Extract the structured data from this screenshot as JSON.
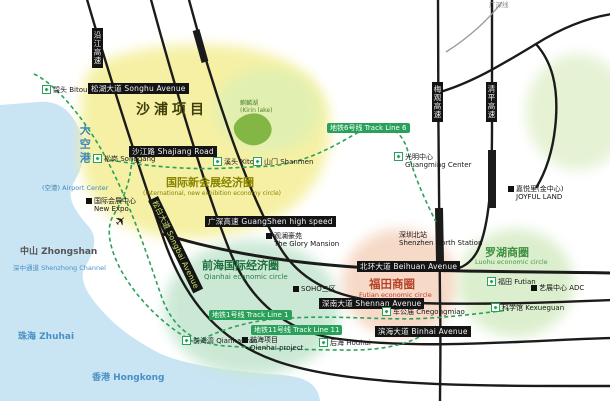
{
  "colors": {
    "water": "#c9e4f3",
    "road": "#1b1b1b",
    "metro_green": "#2aa15a",
    "shapu_yellow": "#f5f0a0",
    "qianhai_green": "#c7e7d2",
    "futian_salmon": "#f6d8c5",
    "luohu_green": "#daeecb"
  },
  "icons": {
    "airplane": "✈",
    "metro_icon": "green-diamond-square",
    "building_icon": "black-square"
  },
  "regions": {
    "shapu": {
      "title": "沙浦项目"
    },
    "exhibition": {
      "cn": "国际新会展经济圈",
      "en": "(International, new exhibition economy circle)"
    },
    "qianhai": {
      "cn": "前海国际经济圈",
      "en": "Qianhai economic circle"
    },
    "futian": {
      "cn": "福田商圈",
      "en": "Futian economic circle"
    },
    "luohu": {
      "cn": "罗湖商圈",
      "en": "Luohu economic circle"
    }
  },
  "water_labels": {
    "airport_cn": "大空港",
    "airport_en": "(空港) Airport Center",
    "zhongshan": "中山 Zhongshan",
    "shenzhong": "深中通道 Shenzhong Channel",
    "zhuhai": "珠海 Zhuhai",
    "hongkong": "香港 Hongkong"
  },
  "lake": {
    "cn": "麒麟湖",
    "en": "(Kirin lake)"
  },
  "roads": {
    "songhu": "松湖大道 Songhu Avenue",
    "shajiang": "沙江路 Shajiang Road",
    "songbai": "松白大道 Songbai Avenue",
    "guangshen": "广深高速 GuangShen high speed",
    "beihuan": "北环大道 Beihuan Avenue",
    "shennan": "深南大道 Shennan Avenue",
    "binhai": "滨海大道 Binhai Avenue",
    "yanjiang": "沿江高速",
    "meiguan": "梅观高速",
    "qingping": "清平高速",
    "rail": "广深线"
  },
  "metro_lines": {
    "line1": "地铁1号线 Track Line 1",
    "line6": "地铁6号线 Track Line 6",
    "line11": "地铁11号线 Track Line 11"
  },
  "stations": {
    "bitou": "碧头 Bitou",
    "songgang": "松岗 Songgang",
    "xitou": "溪头 Xitou",
    "shanmen": "山门 Shanmen",
    "guangming_cn": "光明中心",
    "guangming_en": "Guangming Center",
    "qianhaiwan": "前海湾 Qianhaiwan",
    "houhai": "后海 Houhai",
    "chegongmiao": "车公庙 Chegongmiao",
    "futian": "福田 Futian",
    "kexueguan": "科学馆 Kexueguan"
  },
  "pois": {
    "new_expo_cn": "国际会展中心",
    "new_expo_en": "New Expo",
    "glory_cn": "观澜豪苑",
    "glory_en": "The Glory Mansion",
    "soho": "SOHO三区",
    "north_cn": "深圳北站",
    "north_en": "Shenzhen North Station",
    "joyful_cn": "嘉悦里(金中心)",
    "joyful_en": "JOYFUL LAND",
    "adc": "艺展中心 ADC",
    "qianhai_project_cn": "前海项目",
    "qianhai_project_en": "Qianhai project"
  }
}
